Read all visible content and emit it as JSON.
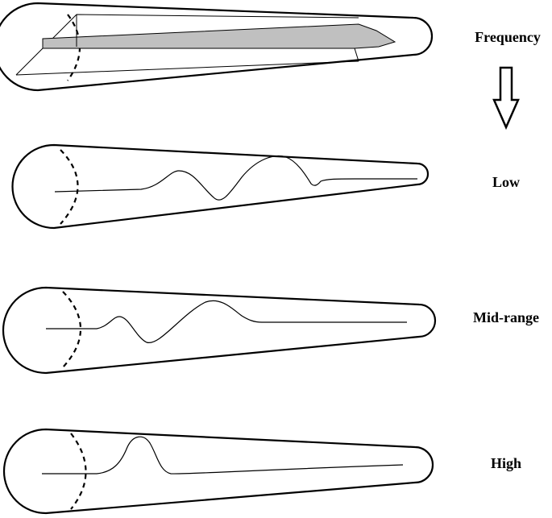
{
  "labels": {
    "frequency": "Frequency",
    "low": "Low",
    "mid": "Mid-range",
    "high": "High"
  },
  "panels": [
    {
      "name": "cochlea-membrane-overview",
      "caption_key": "frequency",
      "shows": "basilar-membrane"
    },
    {
      "name": "cochlea-low-frequency",
      "caption_key": "low",
      "shows": "traveling-wave-peak-near-apex"
    },
    {
      "name": "cochlea-mid-range-frequency",
      "caption_key": "mid",
      "shows": "traveling-wave-peak-middle"
    },
    {
      "name": "cochlea-high-frequency",
      "caption_key": "high",
      "shows": "traveling-wave-peak-near-base"
    }
  ],
  "colors": {
    "outline": "#000000",
    "membrane_fill": "#c0c0c0",
    "background": "#ffffff"
  }
}
